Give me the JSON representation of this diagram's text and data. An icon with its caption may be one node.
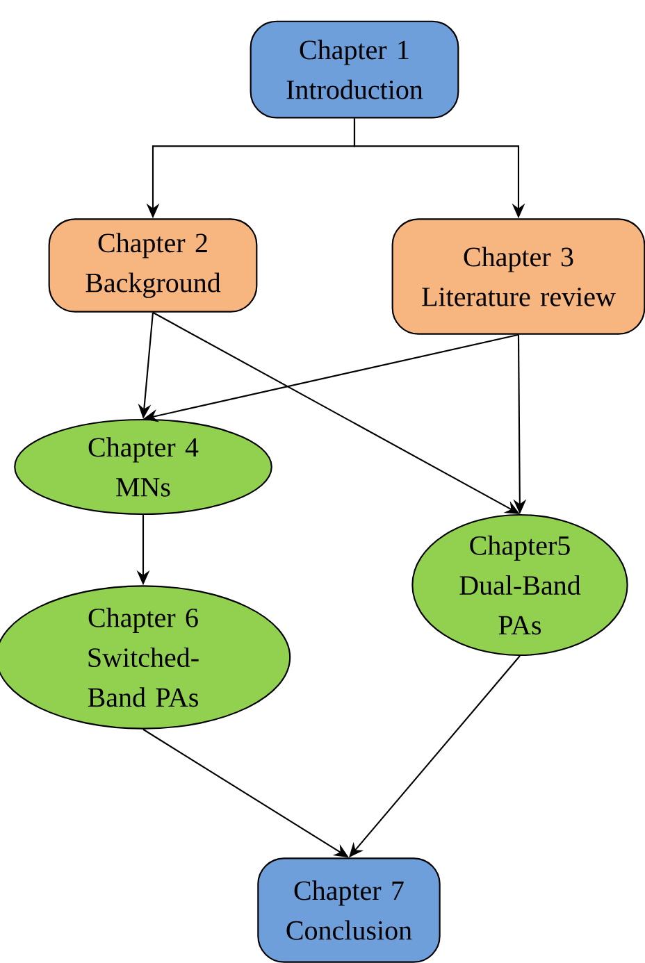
{
  "diagram": {
    "nodes": [
      {
        "text": [
          "Chapter 1",
          "Introduction"
        ]
      },
      {
        "text": [
          "Chapter 2",
          "Background"
        ]
      },
      {
        "text": [
          "Chapter 3",
          "Literature review"
        ]
      },
      {
        "text": [
          "Chapter 4",
          "MNs"
        ]
      },
      {
        "text": [
          "Chapter5",
          "Dual-Band PAs"
        ]
      },
      {
        "text": [
          "Chapter 6",
          "Switched-Band PAs"
        ]
      },
      {
        "text": [
          "Chapter 7",
          "Conclusion"
        ]
      }
    ],
    "edges": [
      {
        "from": 0,
        "to": 1,
        "arrow": "to"
      },
      {
        "from": 0,
        "to": 2,
        "arrow": "to"
      },
      {
        "from": 1,
        "to": 3,
        "arrow": "to"
      },
      {
        "from": 1,
        "to": 4,
        "arrow": "to"
      },
      {
        "from": 2,
        "to": 3,
        "arrow": "to"
      },
      {
        "from": 2,
        "to": 4,
        "arrow": "to"
      },
      {
        "from": 3,
        "to": 5,
        "arrow": "to"
      },
      {
        "from": 5,
        "to": 6,
        "arrow": "to"
      },
      {
        "from": 4,
        "to": 6,
        "arrow": "to"
      }
    ]
  }
}
